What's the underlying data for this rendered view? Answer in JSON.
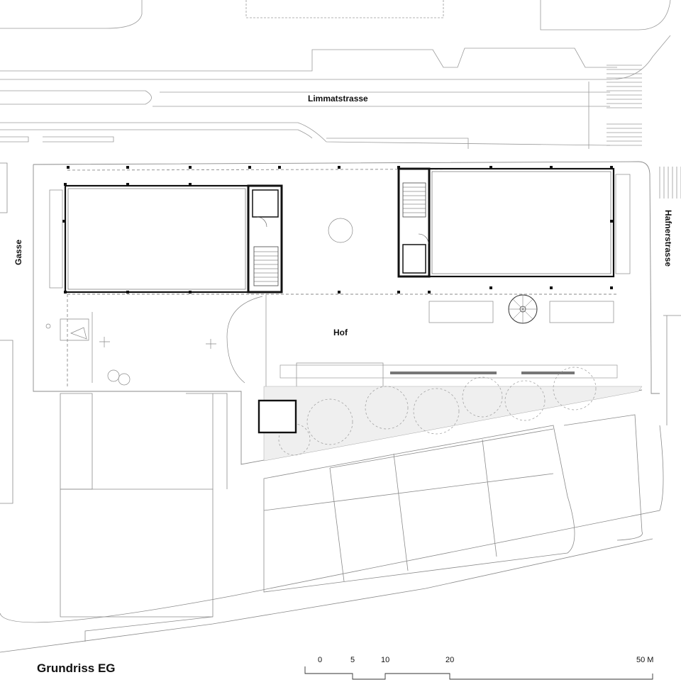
{
  "labels": {
    "limmatstrasse": "Limmatstrasse",
    "gasse": "Gasse",
    "hafnerstrasse": "Hafnerstrasse",
    "hof": "Hof"
  },
  "title": "Grundriss EG",
  "scale": {
    "ticks": [
      "0",
      "5",
      "10",
      "20",
      "50 M"
    ]
  }
}
